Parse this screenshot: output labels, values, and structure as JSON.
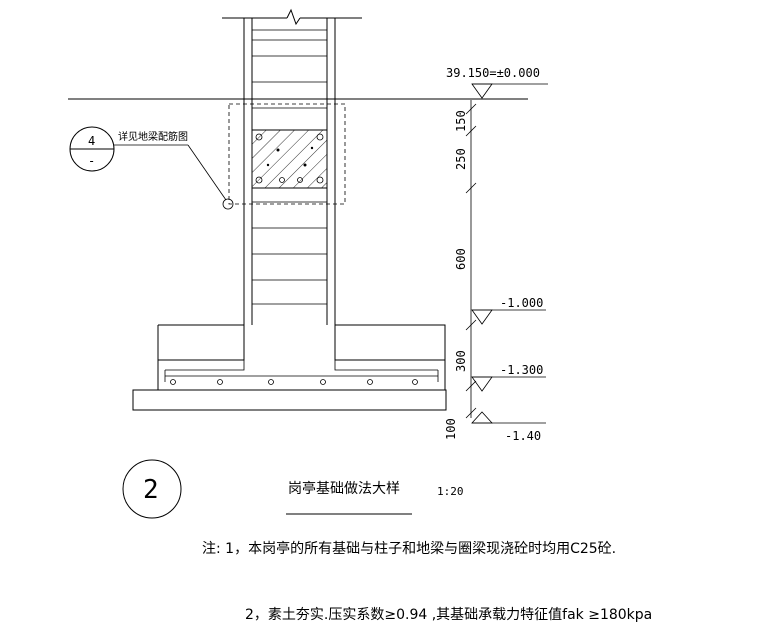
{
  "elevations": {
    "ground": "39.150=±0.000",
    "minus_1000": "-1.000",
    "minus_1300": "-1.300",
    "minus_1400": "-1.40"
  },
  "dimensions": [
    "150",
    "250",
    "600",
    "300",
    "100"
  ],
  "detail_callout": {
    "number": "4",
    "sheet": "-",
    "note": "详见地梁配筋图"
  },
  "title_block": {
    "number": "2",
    "title": "岗亭基础做法大样",
    "scale": "1:20"
  },
  "notes": [
    "注: 1，本岗亭的所有基础与柱子和地梁与圈梁现浇砼时均用C25砼.",
    "2，素土夯实.压实系数≥0.94 ,其基础承载力特征值fak ≥180kpa"
  ]
}
